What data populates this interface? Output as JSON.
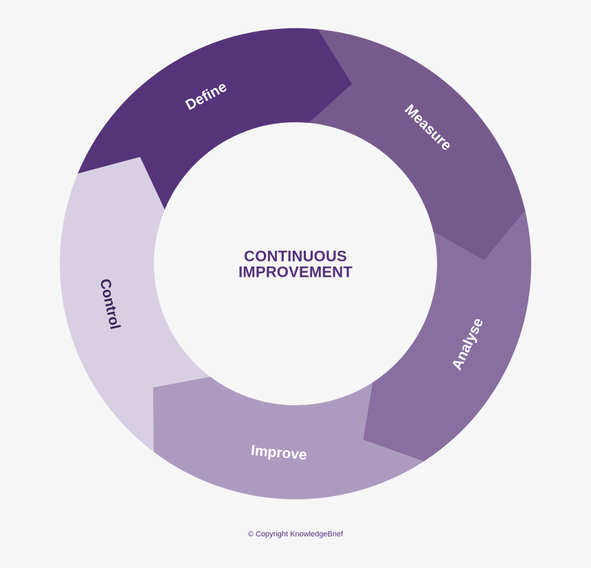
{
  "center": {
    "line1": "CONTINUOUS",
    "line2": "IMPROVEMENT",
    "color": "#53317a"
  },
  "stages": [
    {
      "label": "Define",
      "fill": "#55347a",
      "text_color": "#ffffff"
    },
    {
      "label": "Measure",
      "fill": "#775a8d",
      "text_color": "#ffffff"
    },
    {
      "label": "Analyse",
      "fill": "#896f9f",
      "text_color": "#ffffff"
    },
    {
      "label": "Improve",
      "fill": "#ad9bbf",
      "text_color": "#ffffff"
    },
    {
      "label": "Control",
      "fill": "#d8d0e2",
      "text_color": "#3b2358"
    }
  ],
  "footer": {
    "copyright": "© Copyright KnowledgeBrief",
    "color": "#53317a"
  },
  "background": "#f6f6f7"
}
